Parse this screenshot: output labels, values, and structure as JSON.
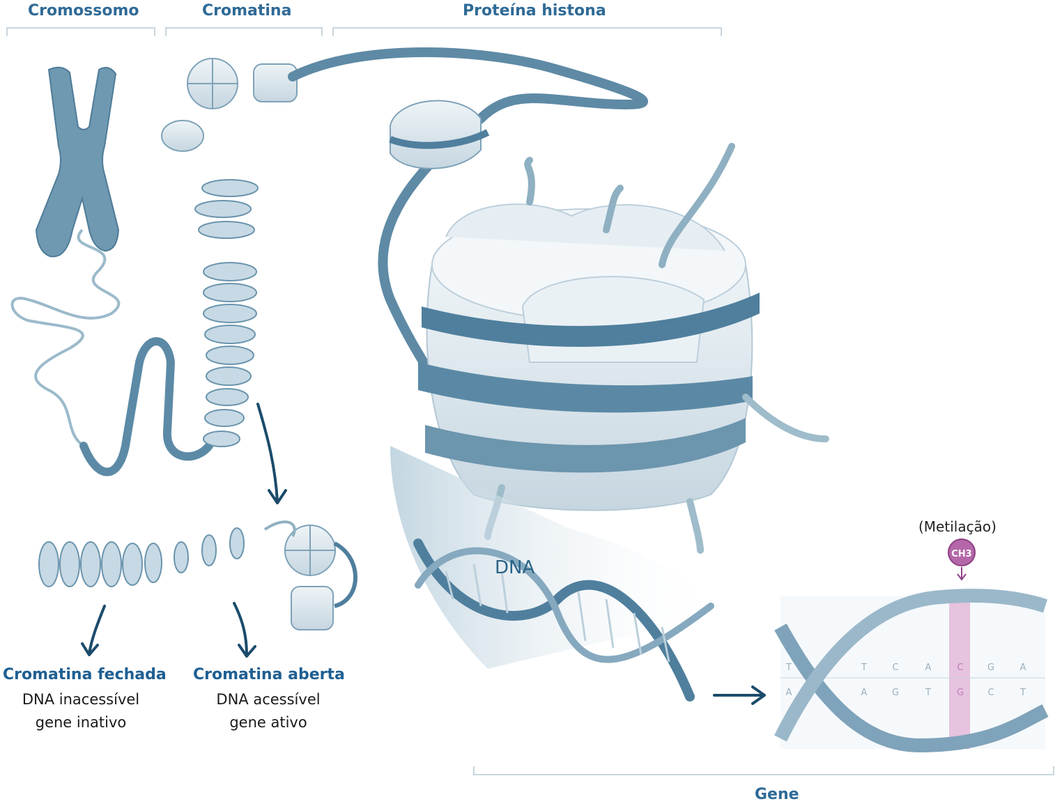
{
  "headers": {
    "chromosome": "Cromossomo",
    "chromatin": "Cromatina",
    "histone": "Proteína histona",
    "gene": "Gene"
  },
  "closed": {
    "title": "Cromatina fechada",
    "line1": "DNA inacessível",
    "line2": "gene inativo"
  },
  "open": {
    "title": "Cromatina aberta",
    "line1": "DNA acessível",
    "line2": "gene ativo"
  },
  "dna_label": "DNA",
  "methylation": {
    "label": "(Metilação)",
    "group": "CH3"
  },
  "bases": {
    "top": [
      "T",
      "T",
      "C",
      "A",
      "C",
      "G",
      "A"
    ],
    "bottom": [
      "A",
      "A",
      "G",
      "T",
      "G",
      "C",
      "T"
    ]
  },
  "colors": {
    "header_text": "#2f6a96",
    "strand": "#4e7f9c",
    "histone": "#dbe6ed",
    "methyl": "#a64f9c"
  }
}
